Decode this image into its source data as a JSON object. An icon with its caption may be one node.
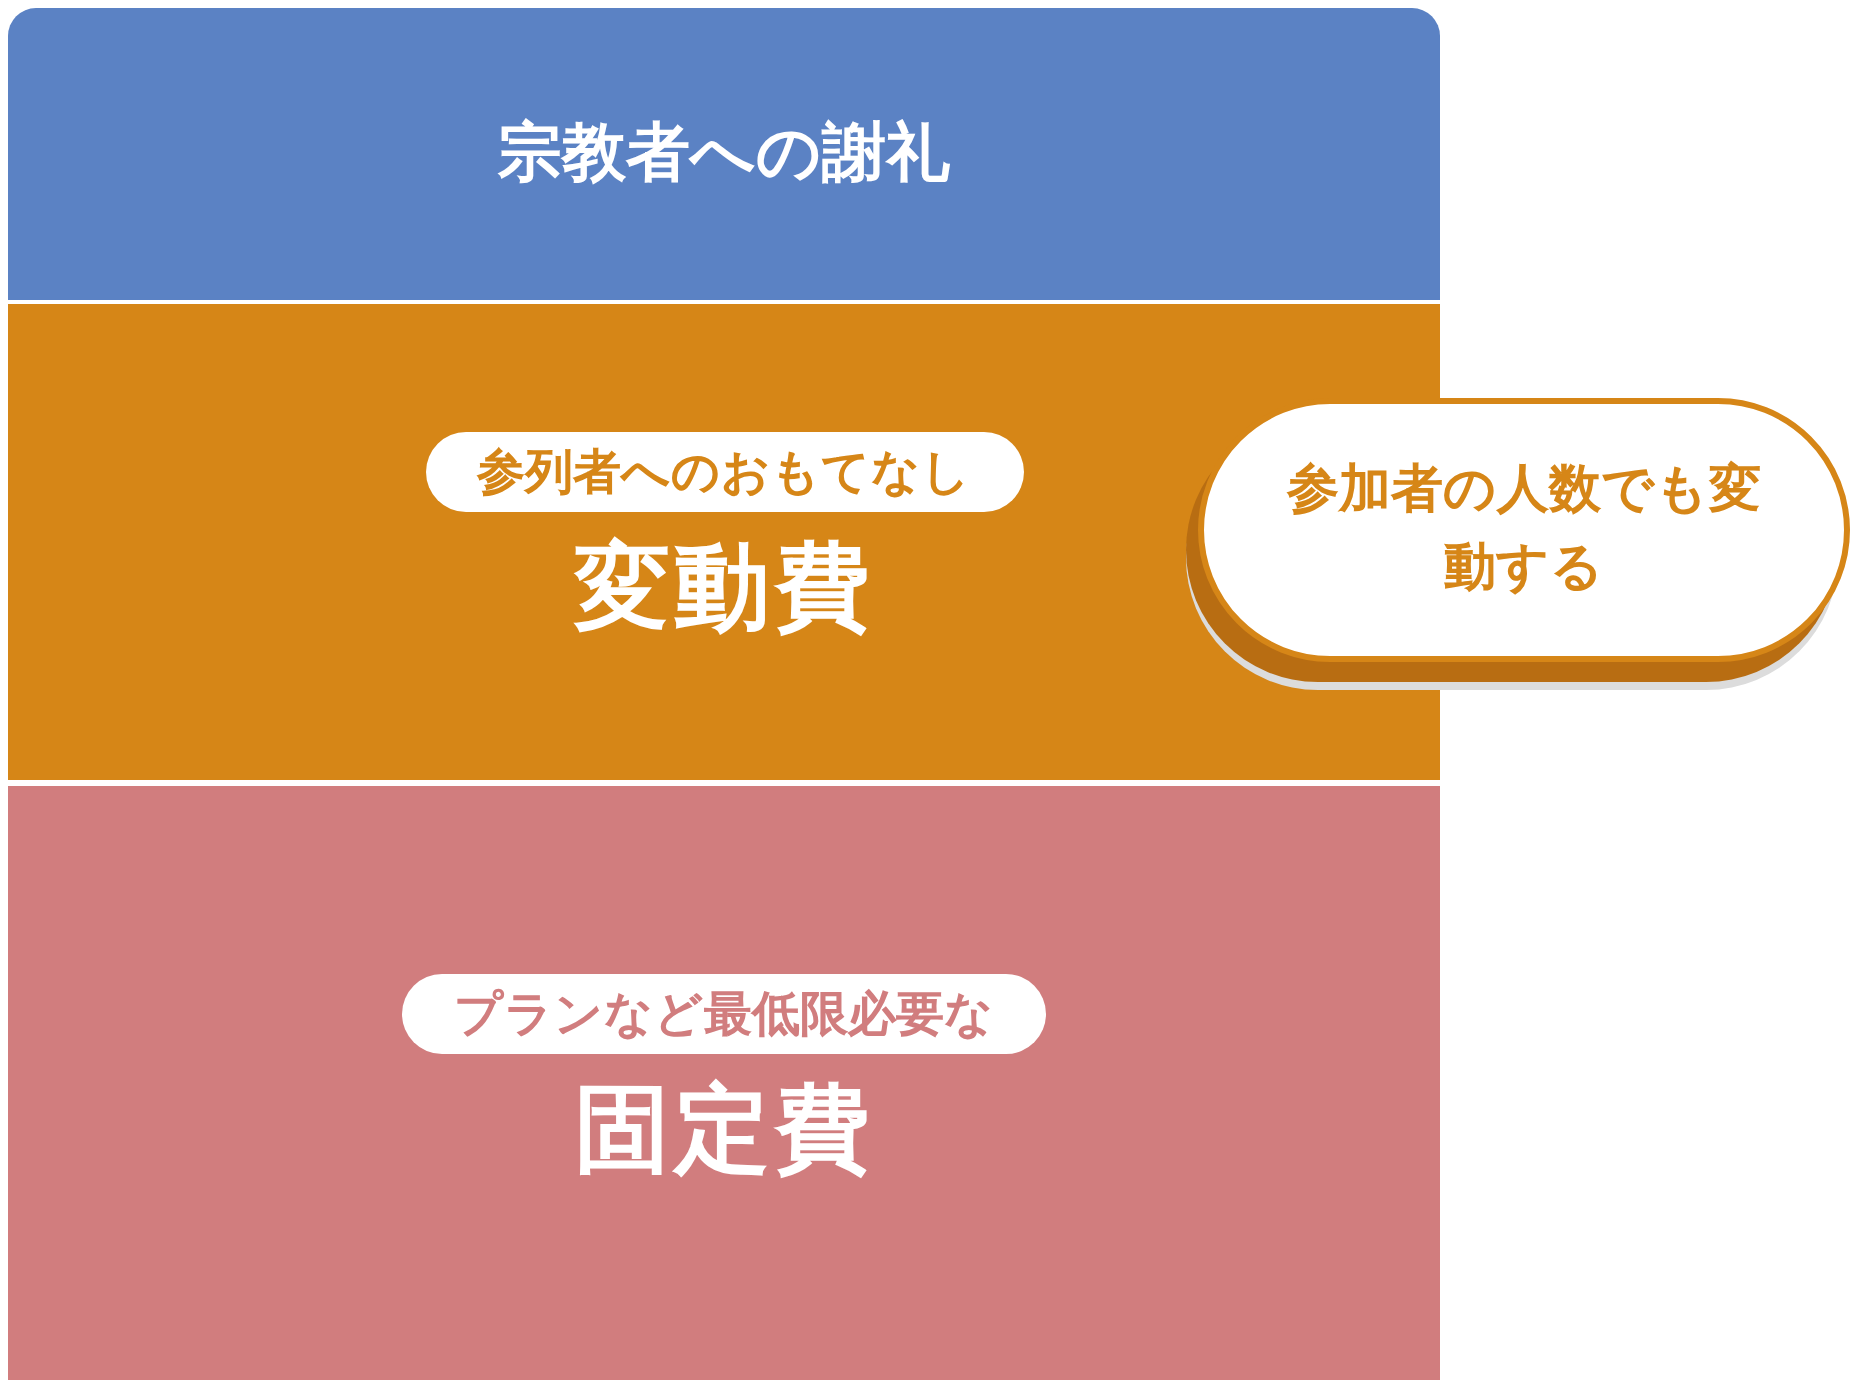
{
  "diagram": {
    "nodes": [
      {
        "text": [
          "宗教者への謝礼"
        ]
      },
      {
        "text": [
          "変動費"
        ]
      },
      {
        "text": [
          "参列者へのおもてなし"
        ],
        "in": 1
      },
      {
        "text": [
          "参加者の人数でも変動する"
        ]
      },
      {
        "text": [
          "固定費"
        ]
      },
      {
        "text": [
          "プランなど最低限必要な"
        ],
        "in": 4
      }
    ]
  }
}
